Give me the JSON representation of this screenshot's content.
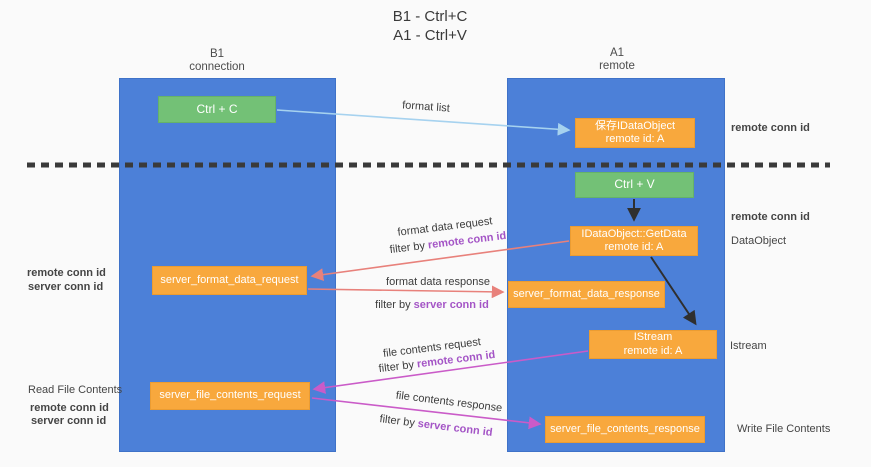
{
  "title": {
    "line1": "B1 - Ctrl+C",
    "line2": "A1 - Ctrl+V"
  },
  "lanes": {
    "left": {
      "title": "B1",
      "subtitle": "connection"
    },
    "right": {
      "title": "A1",
      "subtitle": "remote"
    }
  },
  "nodes": {
    "ctrl_c": {
      "label": "Ctrl + C"
    },
    "save_dataobject": {
      "line1": "保存IDataObject",
      "line2": "remote id: A"
    },
    "ctrl_v": {
      "label": "Ctrl + V"
    },
    "getdata": {
      "line1": "IDataObject::GetData",
      "line2": "remote id: A"
    },
    "istream": {
      "line1": "IStream",
      "line2": "remote id: A"
    },
    "server_format_data_request": {
      "label": "server_format_data_request"
    },
    "server_format_data_response": {
      "label": "server_format_data_response"
    },
    "server_file_contents_request": {
      "label": "server_file_contents_request"
    },
    "server_file_contents_response": {
      "label": "server_file_contents_response"
    }
  },
  "edges": {
    "format_list": {
      "label": "format list"
    },
    "format_data_request": {
      "label": "format data request",
      "filter_prefix": "filter by",
      "filter_key": "remote conn id"
    },
    "format_data_response": {
      "label": "format data response",
      "filter_prefix": "filter by",
      "filter_key": "server conn id"
    },
    "file_contents_request": {
      "label": "file contents request",
      "filter_prefix": "filter by",
      "filter_key": "remote conn id"
    },
    "file_contents_response": {
      "label": "file contents response",
      "filter_prefix": "filter by",
      "filter_key": "server conn id"
    }
  },
  "side_labels": {
    "right_remote_conn_id_top": "remote conn id",
    "right_remote_conn_id_mid": "remote conn id",
    "dataobject": "DataObject",
    "istream": "Istream",
    "write_file_contents": "Write File Contents",
    "left_remote_conn_id_1": "remote conn id",
    "left_server_conn_id_1": "server conn id",
    "read_file_contents": "Read File Contents",
    "left_remote_conn_id_2": "remote conn id",
    "left_server_conn_id_2": "server conn id"
  },
  "colors": {
    "lane_blue": "#4c80d8",
    "node_green": "#73c176",
    "node_orange": "#f8a83d",
    "arrow_light_blue": "#a6d2ef",
    "arrow_salmon": "#e8817b",
    "arrow_magenta": "#ca5bc8",
    "arrow_black": "#2f2f2f",
    "text_purple": "#a455c6",
    "text_green": "#55b163",
    "dashed_line": "#3a3a3a"
  }
}
